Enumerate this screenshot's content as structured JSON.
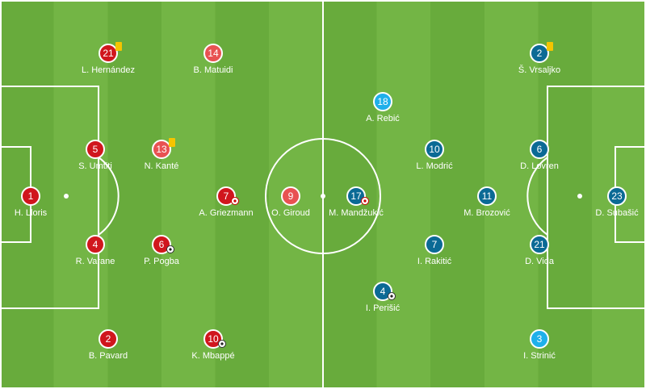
{
  "colors": {
    "france_dark": "#d0161d",
    "france_light": "#e85252",
    "croatia_dark": "#0b6a95",
    "croatia_light": "#1fb0ea",
    "card": "#f5c400"
  },
  "players": [
    {
      "number": "1",
      "name": "H. Lloris",
      "side": "france",
      "shade": "dark"
    },
    {
      "number": "5",
      "name": "S. Umtiti",
      "side": "france",
      "shade": "dark"
    },
    {
      "number": "4",
      "name": "R. Varane",
      "side": "france",
      "shade": "dark"
    },
    {
      "number": "21",
      "name": "L. Hernández",
      "side": "france",
      "shade": "dark",
      "yellow_card": true
    },
    {
      "number": "2",
      "name": "B. Pavard",
      "side": "france",
      "shade": "dark"
    },
    {
      "number": "13",
      "name": "N. Kanté",
      "side": "france",
      "shade": "light",
      "yellow_card": true
    },
    {
      "number": "6",
      "name": "P. Pogba",
      "side": "france",
      "shade": "dark",
      "goal_icon": true
    },
    {
      "number": "14",
      "name": "B. Matuidi",
      "side": "france",
      "shade": "light"
    },
    {
      "number": "7",
      "name": "A. Griezmann",
      "side": "france",
      "shade": "dark",
      "goal_icon": true
    },
    {
      "number": "10",
      "name": "K. Mbappé",
      "side": "france",
      "shade": "dark",
      "goal_icon": true
    },
    {
      "number": "9",
      "name": "O. Giroud",
      "side": "france",
      "shade": "light"
    },
    {
      "number": "17",
      "name": "M. Mandžukić",
      "side": "croatia",
      "shade": "dark",
      "goal_icon": true
    },
    {
      "number": "18",
      "name": "A. Rebić",
      "side": "croatia",
      "shade": "light"
    },
    {
      "number": "10",
      "name": "L. Modrić",
      "side": "croatia",
      "shade": "dark"
    },
    {
      "number": "7",
      "name": "I. Rakitić",
      "side": "croatia",
      "shade": "dark"
    },
    {
      "number": "4",
      "name": "I. Perišić",
      "side": "croatia",
      "shade": "dark",
      "goal_icon": true
    },
    {
      "number": "11",
      "name": "M. Brozović",
      "side": "croatia",
      "shade": "dark"
    },
    {
      "number": "2",
      "name": "Š. Vrsaljko",
      "side": "croatia",
      "shade": "dark",
      "yellow_card": true
    },
    {
      "number": "6",
      "name": "D. Lovren",
      "side": "croatia",
      "shade": "dark"
    },
    {
      "number": "21",
      "name": "D. Vida",
      "side": "croatia",
      "shade": "dark"
    },
    {
      "number": "3",
      "name": "I. Strinić",
      "side": "croatia",
      "shade": "light"
    },
    {
      "number": "23",
      "name": "D. Subašić",
      "side": "croatia",
      "shade": "dark"
    }
  ]
}
